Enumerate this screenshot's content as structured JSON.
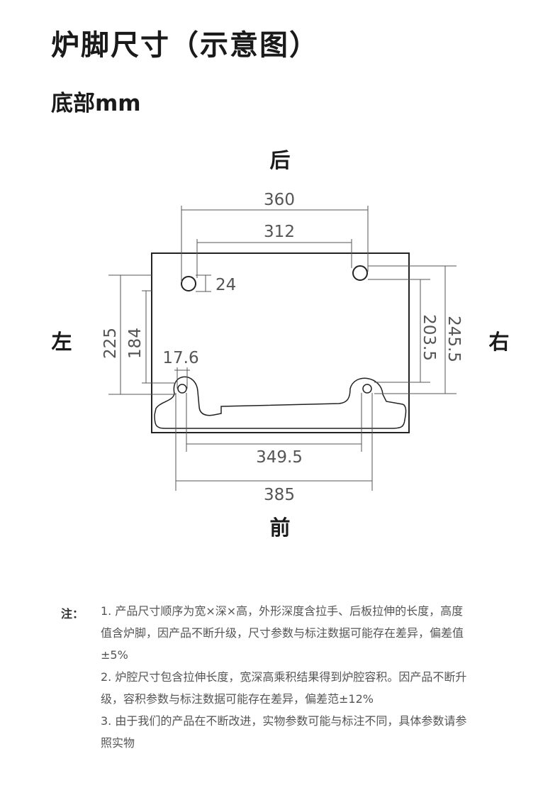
{
  "header": {
    "title": "炉脚尺寸（示意图）",
    "subtitle": "底部mm"
  },
  "diagram": {
    "sides": {
      "back": "后",
      "front": "前",
      "left": "左",
      "right": "右"
    },
    "dimensions": {
      "top_outer_width": "360",
      "top_inner_width": "312",
      "hole_diameter": "24",
      "left_outer_depth": "225",
      "left_inner_depth": "184",
      "front_foot_diameter": "17.6",
      "right_inner_depth": "203.5",
      "right_outer_depth": "245.5",
      "bottom_inner_width": "349.5",
      "bottom_outer_width": "385"
    },
    "colors": {
      "outline": "#222222",
      "dimension_line": "#555555"
    }
  },
  "notes": {
    "label": "注：",
    "items": [
      "1. 产品尺寸顺序为宽×深×高，外形深度含拉手、后板拉伸的长度，高度值含炉脚，因产品不断升级，尺寸参数与标注数据可能存在差异，偏差值±5%",
      "2. 炉腔尺寸包含拉伸长度，宽深高乘积结果得到炉腔容积。因产品不断升级，容积参数与标注数据可能存在差异，偏差范±12%",
      "3. 由于我们的产品在不断改进，实物参数可能与标注不同，具体参数请参照实物"
    ]
  }
}
